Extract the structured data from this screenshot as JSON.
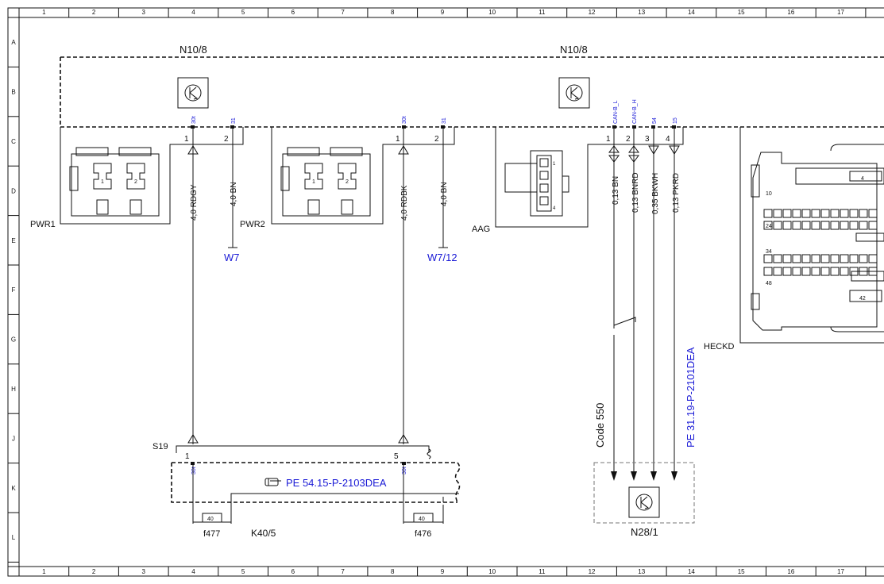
{
  "grid": {
    "columns": [
      "1",
      "2",
      "3",
      "4",
      "5",
      "6",
      "7",
      "8",
      "9",
      "10",
      "11",
      "12",
      "13",
      "14",
      "15",
      "16",
      "17"
    ],
    "rows": [
      "A",
      "B",
      "C",
      "D",
      "E",
      "F",
      "G",
      "H",
      "J",
      "K",
      "L"
    ]
  },
  "components": {
    "n108_left": "N10/8",
    "n108_right": "N10/8",
    "pwr1": "PWR1",
    "pwr2": "PWR2",
    "aag": "AAG",
    "heckd": "HECKD",
    "s19": "S19",
    "k405": "K40/5",
    "f477": "f477",
    "f476": "f476",
    "n281": "N28/1"
  },
  "pins": {
    "p1": "1",
    "p2": "2",
    "p3": "3",
    "p4": "4",
    "p5": "5",
    "pwr1_1": "1",
    "pwr1_2": "2",
    "pwr2_1": "1",
    "pwr2_2": "2",
    "aag_1": "1",
    "aag_4": "4",
    "heckd_4": "4",
    "heckd_10": "10",
    "heckd_24": "24",
    "heckd_34": "34",
    "heckd_48": "48",
    "heckd_42": "42",
    "fuse_40": "40"
  },
  "terminals": {
    "t30t": "30t",
    "t31": "31",
    "can_l": "CAN-B_L",
    "can_h": "CAN-B_H",
    "t54": "54",
    "t15": "15"
  },
  "wires": {
    "rdgy": "4,0 RDGY",
    "bn1": "4,0 BN",
    "rdbk": "4,0 RDBK",
    "bn2": "4,0 BN",
    "bn013": "0,13 BN",
    "bnrd": "0,13 BNRD",
    "bkwh": "0,35 BKWH",
    "pkrd": "0,13 PKRD"
  },
  "grounds": {
    "w7": "W7",
    "w712": "W7/12"
  },
  "references": {
    "pe54": "PE 54.15-P-2103DEA",
    "pe31": "PE 31.19-P-2101DEA",
    "code550": "Code 550"
  },
  "colors": {
    "line": "#111111",
    "link_blue": "#1a1ad6"
  }
}
